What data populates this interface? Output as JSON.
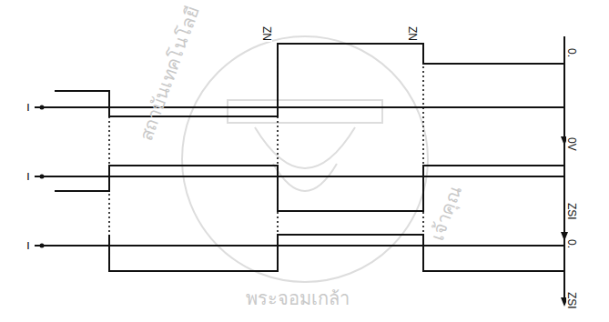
{
  "diagram": {
    "labels": [
      "ZN",
      "ZN",
      "ı",
      "ı",
      "ı",
      "0.",
      "0V",
      "ZSI",
      "0.",
      "ZSI",
      "สถาบันเทคโนโลยี",
      "พระจอมเกล้า",
      "เจ้าคุณ"
    ]
  }
}
